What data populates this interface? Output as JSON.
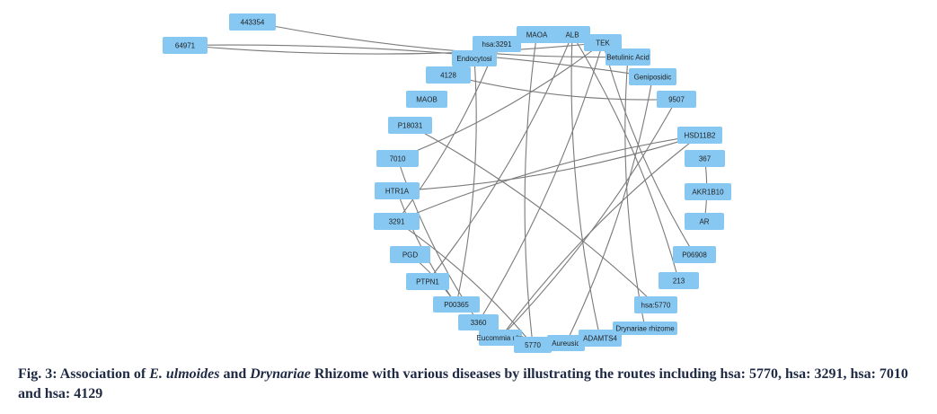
{
  "network": {
    "colors": {
      "node": "#87c8f2",
      "edge": "#7a7a7a",
      "label": "#1e1e1e"
    },
    "nodes": [
      {
        "id": "n443354",
        "label": "443354"
      },
      {
        "id": "n64971",
        "label": "64971"
      },
      {
        "id": "hsa3291",
        "label": "hsa:3291"
      },
      {
        "id": "maoa",
        "label": "MAOA"
      },
      {
        "id": "alb",
        "label": "ALB"
      },
      {
        "id": "tek",
        "label": "TEK"
      },
      {
        "id": "endocytosis",
        "label": "Endocytosi"
      },
      {
        "id": "betulinic",
        "label": "Betulinic Acid"
      },
      {
        "id": "geniposidic",
        "label": "Geniposidic"
      },
      {
        "id": "n4128",
        "label": "4128"
      },
      {
        "id": "maob",
        "label": "MAOB"
      },
      {
        "id": "n9507",
        "label": "9507"
      },
      {
        "id": "p18031",
        "label": "P18031"
      },
      {
        "id": "hsd11b2",
        "label": "HSD11B2"
      },
      {
        "id": "n7010",
        "label": "7010"
      },
      {
        "id": "n367",
        "label": "367"
      },
      {
        "id": "htr1a",
        "label": "HTR1A"
      },
      {
        "id": "akr1b10",
        "label": "AKR1B10"
      },
      {
        "id": "n3291",
        "label": "3291"
      },
      {
        "id": "ar",
        "label": "AR"
      },
      {
        "id": "pgd",
        "label": "PGD"
      },
      {
        "id": "p06908",
        "label": "P06908"
      },
      {
        "id": "ptpn1",
        "label": "PTPN1"
      },
      {
        "id": "n213",
        "label": "213"
      },
      {
        "id": "p00365",
        "label": "P00365"
      },
      {
        "id": "hsa5770",
        "label": "hsa:5770"
      },
      {
        "id": "n3360",
        "label": "3360"
      },
      {
        "id": "eucommia",
        "label": "Eucommia ulm"
      },
      {
        "id": "n5770",
        "label": "5770"
      },
      {
        "id": "aureusid",
        "label": "Aureusid"
      },
      {
        "id": "adamts4",
        "label": "ADAMTS4"
      },
      {
        "id": "drynariae",
        "label": "Drynariae rhizome"
      }
    ],
    "edges": [
      {
        "from": "n443354",
        "to": "betulinic"
      },
      {
        "from": "n64971",
        "to": "geniposidic"
      },
      {
        "from": "n64971",
        "to": "tek"
      },
      {
        "from": "hsa3291",
        "to": "n4128"
      },
      {
        "from": "maoa",
        "to": "n5770"
      },
      {
        "from": "alb",
        "to": "n213"
      },
      {
        "from": "alb",
        "to": "adamts4"
      },
      {
        "from": "tek",
        "to": "n7010"
      },
      {
        "from": "tek",
        "to": "p06908"
      },
      {
        "from": "tek",
        "to": "n3360"
      },
      {
        "from": "endocytosis",
        "to": "maoa"
      },
      {
        "from": "endocytosis",
        "to": "p00365"
      },
      {
        "from": "betulinic",
        "to": "drynariae"
      },
      {
        "from": "geniposidic",
        "to": "aureusid"
      },
      {
        "from": "n4128",
        "to": "n9507"
      },
      {
        "from": "p18031",
        "to": "hsa5770"
      },
      {
        "from": "hsd11b2",
        "to": "n3291"
      },
      {
        "from": "hsd11b2",
        "to": "htr1a"
      },
      {
        "from": "hsd11b2",
        "to": "eucommia"
      },
      {
        "from": "n367",
        "to": "ar"
      },
      {
        "from": "htr1a",
        "to": "p00365"
      },
      {
        "from": "n3291",
        "to": "n5770"
      },
      {
        "from": "n3291",
        "to": "hsa3291"
      },
      {
        "from": "pgd",
        "to": "p00365"
      },
      {
        "from": "ptpn1",
        "to": "alb"
      },
      {
        "from": "n3360",
        "to": "n7010"
      },
      {
        "from": "eucommia",
        "to": "n9507"
      }
    ]
  },
  "caption": {
    "prefix": "Fig. 3: Association of ",
    "species1": "E. ulmoides",
    "middle1": " and ",
    "species2": "Drynariae",
    "rest": " Rhizome with various diseases by illustrating the routes including hsa: 5770, hsa: 3291, hsa: 7010 and hsa: 4129"
  }
}
